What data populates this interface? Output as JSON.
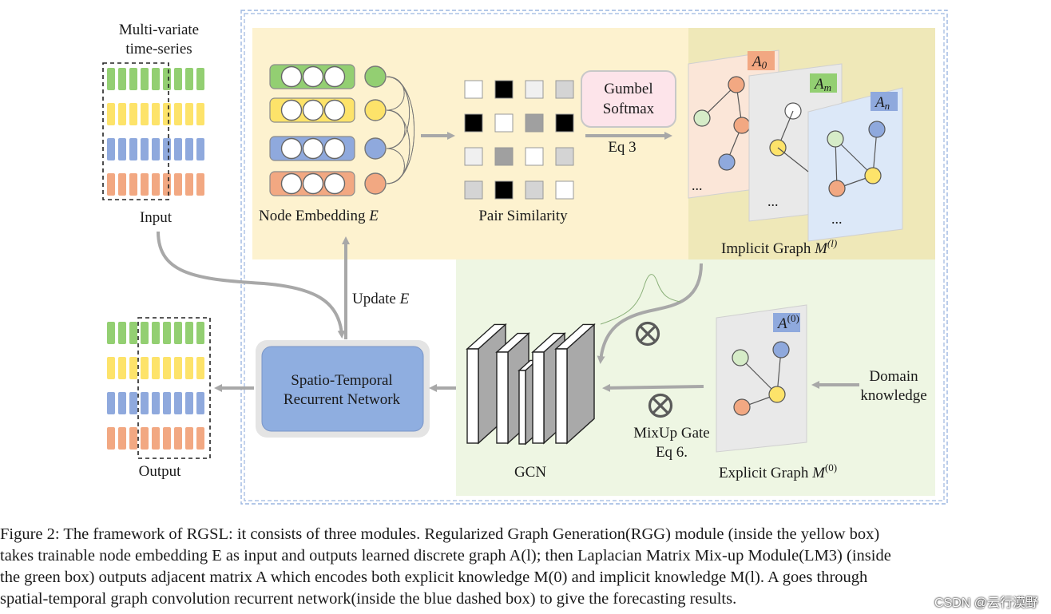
{
  "diagram": {
    "input_title_line1": "Multi-variate",
    "input_title_line2": "time-series",
    "input_label": "Input",
    "output_label": "Output",
    "node_embedding_label": "Node Embedding",
    "node_embedding_symbol": "E",
    "pair_similarity_label": "Pair Similarity",
    "gumbel_line1": "Gumbel",
    "gumbel_line2": "Softmax",
    "eq3_label": "Eq 3",
    "implicit_graph_label": "Implicit Graph",
    "implicit_graph_symbol": "M",
    "implicit_graph_sup": "(l)",
    "graph_tags": [
      {
        "base": "A",
        "sub": "0"
      },
      {
        "base": "A",
        "sub": "m"
      },
      {
        "base": "A",
        "sub": "n"
      }
    ],
    "ellipsis": "...",
    "update_label": "Update",
    "update_symbol": "E",
    "stgcrn_line1": "Spatio-Temporal",
    "stgcrn_line2": "Recurrent Network",
    "gcn_label": "GCN",
    "mixup_line1": "MixUp Gate",
    "mixup_line2": "Eq 6.",
    "explicit_graph_label": "Explicit Graph",
    "explicit_graph_symbol": "M",
    "explicit_graph_sup": "(0)",
    "explicit_tag": {
      "base": "A",
      "sup": "(0)"
    },
    "domain_line1": "Domain",
    "domain_line2": "knowledge"
  },
  "colors": {
    "green": "#93cf72",
    "yellow": "#fde36a",
    "blue": "#8fa9dd",
    "orange": "#f2a882",
    "yellow_region": "#fdf2cf",
    "green_region": "#eef6e3",
    "implicit_region": "#efe8b8",
    "module_blue": "#8faee0",
    "gumbel_fill": "#fde4ea"
  },
  "caption": {
    "line1": "Figure 2: The framework of RGSL: it consists of three modules.  Regularized Graph Generation(RGG) module (inside the yellow box)",
    "line2": "takes trainable node embedding E as input and outputs learned discrete graph A(l); then Laplacian Matrix Mix-up Module(LM3) (inside",
    "line3": "the green box) outputs adjacent matrix A which encodes both explicit knowledge M(0) and implicit knowledge M(l).  A goes through",
    "line4": "spatial-temporal graph convolution recurrent network(inside the blue dashed box) to give the forecasting results."
  },
  "watermark": "CSDN @云行漠野"
}
